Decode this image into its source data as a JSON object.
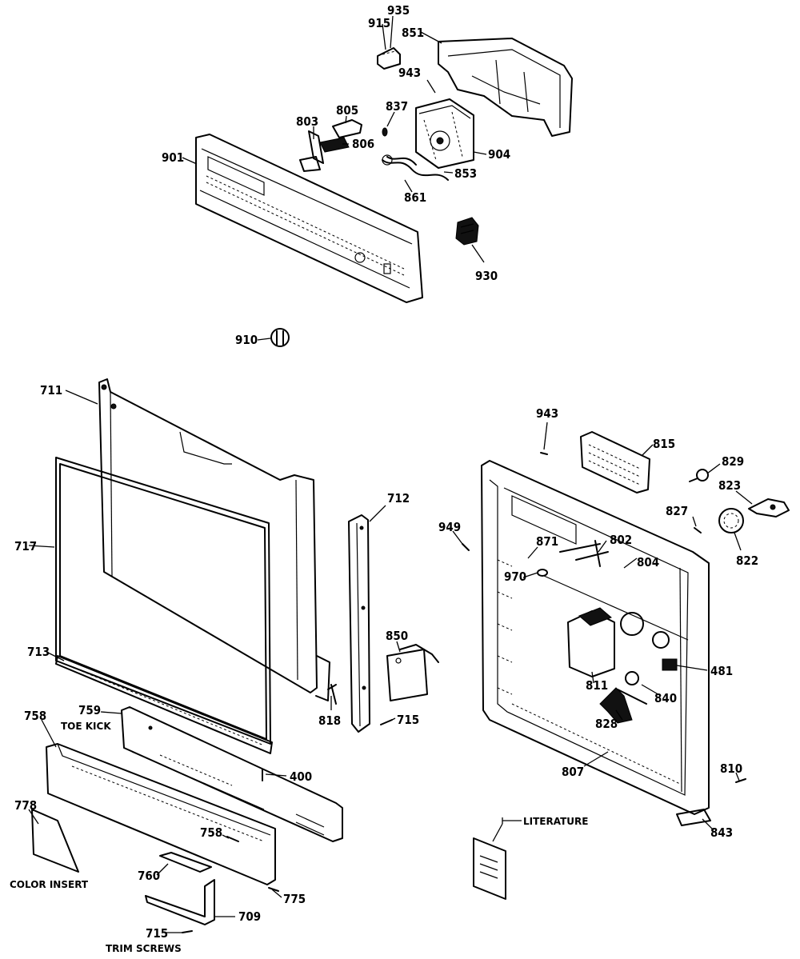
{
  "labels": {
    "l935": "935",
    "l915": "915",
    "l851": "851",
    "l943a": "943",
    "l805": "805",
    "l803": "803",
    "l806": "806",
    "l837": "837",
    "l901": "901",
    "l904": "904",
    "l853": "853",
    "l861": "861",
    "l930": "930",
    "l910": "910",
    "l711": "711",
    "l717": "717",
    "l712": "712",
    "l713": "713",
    "l850": "850",
    "l818": "818",
    "l715a": "715",
    "l759": "759",
    "l758a": "758",
    "l400": "400",
    "l778": "778",
    "l758b": "758",
    "l760": "760",
    "l775": "775",
    "l709": "709",
    "l715b": "715",
    "l943b": "943",
    "l815": "815",
    "l829": "829",
    "l823": "823",
    "l827": "827",
    "l822": "822",
    "l949": "949",
    "l871": "871",
    "l802": "802",
    "l804": "804",
    "l970": "970",
    "l481": "481",
    "l811": "811",
    "l840": "840",
    "l828": "828",
    "l807": "807",
    "l810": "810",
    "l843": "843",
    "toe_kick": "TOE KICK",
    "color_insert": "COLOR INSERT",
    "trim_screws": "TRIM SCREWS",
    "literature": "LITERATURE"
  }
}
